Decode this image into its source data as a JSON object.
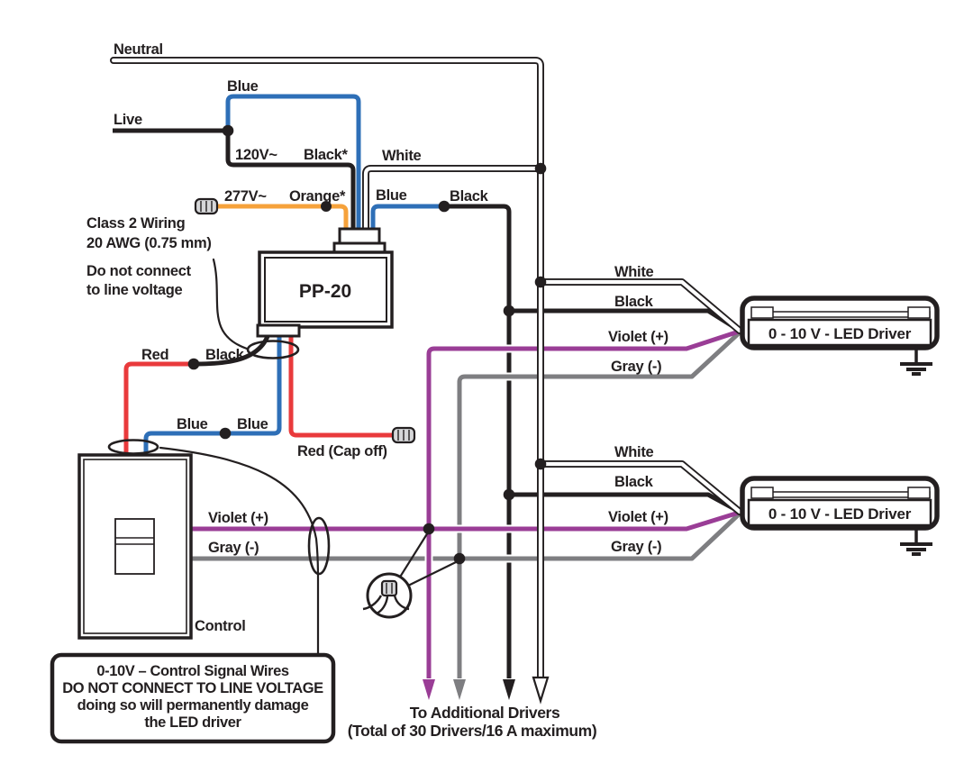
{
  "colors": {
    "black": "#231F20",
    "blue": "#2E6FB7",
    "red": "#E93A3C",
    "orange": "#F6A23B",
    "violet": "#9A3D96",
    "gray": "#7E7E81",
    "white_wire": "#FFFFFF"
  },
  "mains": {
    "neutral": "Neutral",
    "live": "Live",
    "blue_loop": "Blue",
    "v120": "120V~",
    "black_star": "Black*",
    "white": "White",
    "v277": "277V~",
    "orange_star": "Orange*",
    "blue_out": "Blue",
    "black_bus": "Black"
  },
  "class2_note": {
    "line1": "Class 2 Wiring",
    "line2": "20 AWG (0.75 mm)",
    "line3": "Do not connect",
    "line4": "to line voltage"
  },
  "power_pack": {
    "label": "PP-20"
  },
  "low_voltage": {
    "red": "Red",
    "black": "Black",
    "blue_a": "Blue",
    "blue_b": "Blue",
    "red_cap": "Red (Cap off)"
  },
  "control": {
    "label": "Control",
    "violet": "Violet (+)",
    "gray": "Gray (-)"
  },
  "drivers": [
    {
      "label": "0 - 10 V -  LED Driver",
      "white": "White",
      "black": "Black",
      "violet": "Violet (+)",
      "gray": "Gray (-)"
    },
    {
      "label": "0 - 10 V -  LED Driver",
      "white": "White",
      "black": "Black",
      "violet": "Violet (+)",
      "gray": "Gray (-)"
    }
  ],
  "warning": {
    "lines": [
      "0-10V – Control Signal Wires",
      "DO NOT CONNECT TO LINE VOLTAGE",
      "doing so will permanently damage",
      "the LED driver"
    ]
  },
  "additional": {
    "line1": "To Additional Drivers",
    "line2": "(Total of 30 Drivers/16 A maximum)"
  }
}
